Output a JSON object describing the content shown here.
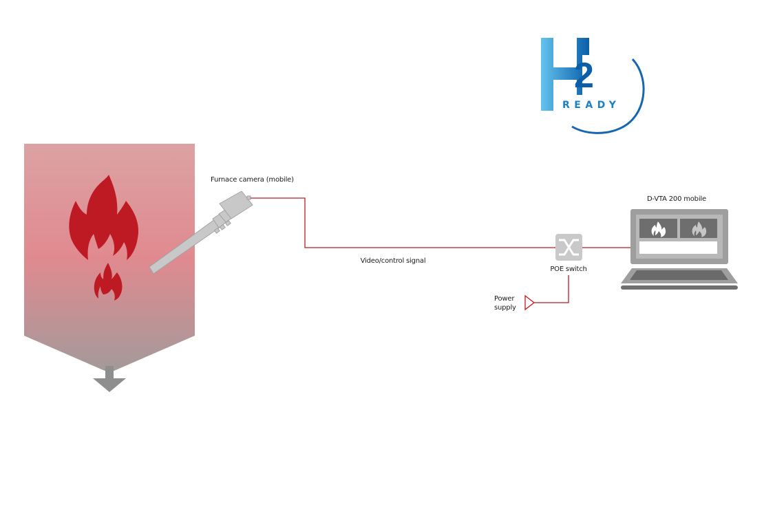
{
  "logo": {
    "text_main": "H",
    "text_sub": "2",
    "text_ready": "READY",
    "colors": {
      "light": "#63c3ee",
      "dark": "#0b5ea8",
      "arc": "#1667b0"
    }
  },
  "furnace": {
    "gradient_top": "#dca2a3",
    "gradient_mid": "#e08a8f",
    "gradient_bottom": "#a39a9a",
    "flame_color": "#be1a24",
    "exhaust_arrow_color": "#8e8e8e",
    "icons": [
      "flame-icon-large",
      "flame-icon-small",
      "exhaust-arrow-icon"
    ]
  },
  "camera": {
    "label": "Furnace camera (mobile)",
    "body_color": "#c8c8c8",
    "outline_color": "#a2a2a2"
  },
  "signal": {
    "label": "Video/control signal",
    "line_color": "#c0161f"
  },
  "poe_switch": {
    "label": "POE switch",
    "color": "#c9c9c9",
    "icon": "switch-cross-icon"
  },
  "power_supply": {
    "label_line1": "Power",
    "label_line2": "supply",
    "icon": "power-triangle-icon"
  },
  "laptop": {
    "label": "D-VTA 200 mobile",
    "frame_color": "#9e9e9e",
    "screen_panel_color": "#6e6e6e",
    "keyboard_color": "#6a6a6a",
    "icons": [
      "flame-icon-screen-left",
      "flame-icon-screen-right"
    ]
  }
}
